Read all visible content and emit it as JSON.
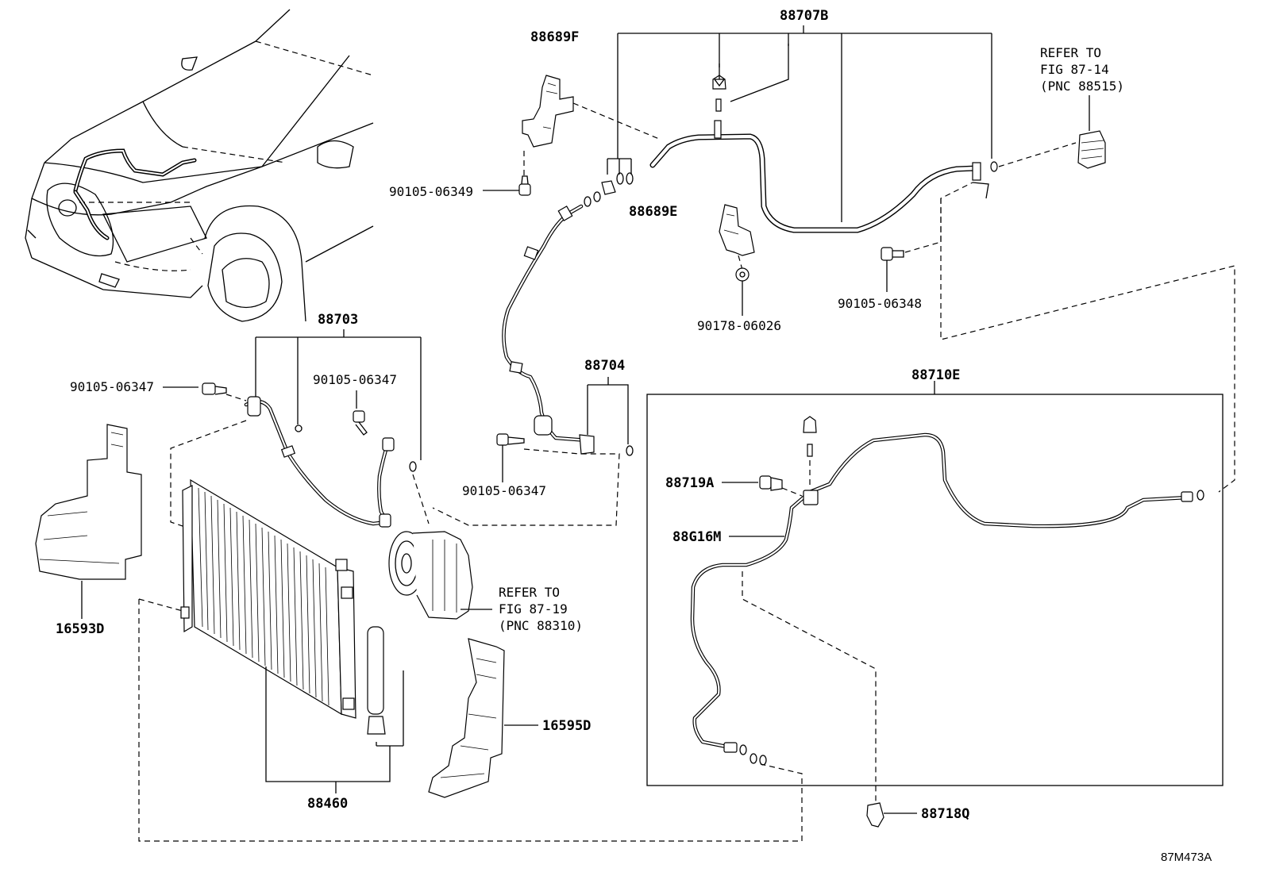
{
  "labels": {
    "p88689F": "88689F",
    "p88707B": "88707B",
    "p90105_06349": "90105-06349",
    "p88689E": "88689E",
    "p90178_06026": "90178-06026",
    "p90105_06348": "90105-06348",
    "p88703": "88703",
    "p90105_06347_a": "90105-06347",
    "p90105_06347_b": "90105-06347",
    "p88704": "88704",
    "p90105_06347_c": "90105-06347",
    "p88710E": "88710E",
    "p88719A": "88719A",
    "p88G16M": "88G16M",
    "p16593D": "16593D",
    "p16595D": "16595D",
    "p88460": "88460",
    "p88718Q": "88718Q"
  },
  "refer_fig_87_14": {
    "line1": "REFER TO",
    "line2": "FIG 87-14",
    "line3": "(PNC 88515)"
  },
  "refer_fig_87_19": {
    "line1": "REFER TO",
    "line2": "FIG 87-19",
    "line3": "(PNC 88310)"
  },
  "figure_code": "87M473A"
}
